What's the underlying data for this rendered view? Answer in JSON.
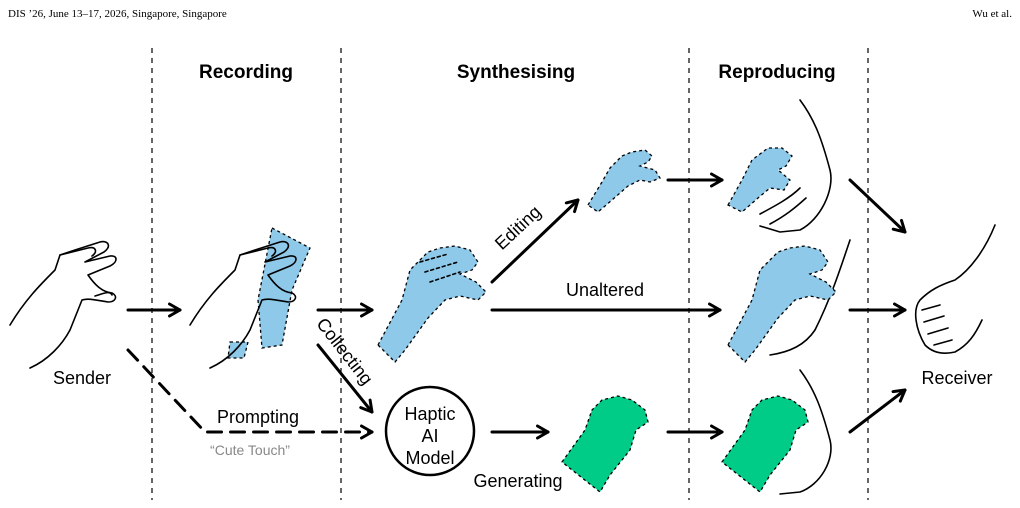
{
  "header": {
    "left": "DIS ’26, June 13–17, 2026, Singapore, Singapore",
    "right": "Wu et al."
  },
  "stages": {
    "recording": "Recording",
    "synthesising": "Synthesising",
    "reproducing": "Reproducing"
  },
  "actors": {
    "sender": "Sender",
    "receiver": "Receiver"
  },
  "flows": {
    "editing": "Editing",
    "unaltered": "Unaltered",
    "collecting": "Collecting",
    "prompting": "Prompting",
    "prompt_example": "“Cute Touch”",
    "generating": "Generating"
  },
  "model": {
    "line1": "Haptic",
    "line2": "AI",
    "line3": "Model"
  },
  "colors": {
    "recorded_touch": "#8ec9ea",
    "generated_touch": "#00cc88"
  }
}
